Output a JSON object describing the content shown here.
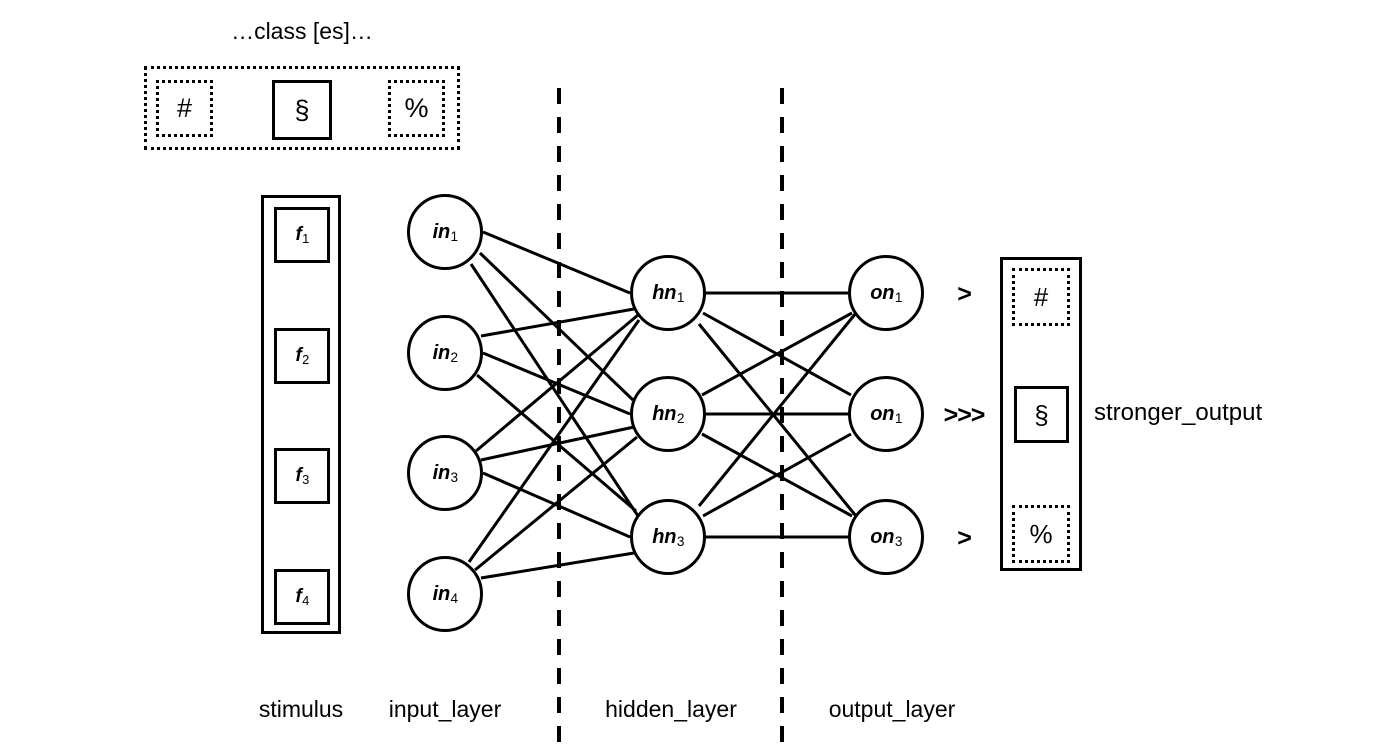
{
  "diagram": {
    "title_top": "…class [es]…",
    "stronger_output_label": "stronger_output"
  },
  "class_group": {
    "symbols": [
      {
        "glyph": "#",
        "style": "dotted"
      },
      {
        "glyph": "§",
        "style": "solid"
      },
      {
        "glyph": "%",
        "style": "dotted"
      }
    ]
  },
  "stimulus": {
    "caption": "stimulus",
    "features": [
      {
        "label": "f",
        "sub": "1"
      },
      {
        "label": "f",
        "sub": "2"
      },
      {
        "label": "f",
        "sub": "3"
      },
      {
        "label": "f",
        "sub": "4"
      }
    ]
  },
  "input_layer": {
    "caption": "input_layer",
    "nodes": [
      {
        "label": "in",
        "sub": "1"
      },
      {
        "label": "in",
        "sub": "2"
      },
      {
        "label": "in",
        "sub": "3"
      },
      {
        "label": "in",
        "sub": "4"
      }
    ]
  },
  "hidden_layer": {
    "caption": "hidden_layer",
    "nodes": [
      {
        "label": "hn",
        "sub": "1"
      },
      {
        "label": "hn",
        "sub": "2"
      },
      {
        "label": "hn",
        "sub": "3"
      }
    ]
  },
  "output_layer": {
    "caption": "output_layer",
    "nodes": [
      {
        "label": "on",
        "sub": "1"
      },
      {
        "label": "on",
        "sub": "1"
      },
      {
        "label": "on",
        "sub": "3"
      }
    ]
  },
  "activation_markers": [
    {
      "text": ">"
    },
    {
      "text": ">>>"
    },
    {
      "text": ">"
    }
  ],
  "output_box": {
    "symbols": [
      {
        "glyph": "#",
        "style": "dotted"
      },
      {
        "glyph": "§",
        "style": "solid"
      },
      {
        "glyph": "%",
        "style": "dotted"
      }
    ]
  },
  "colors": {
    "stroke": "#000000",
    "background": "#ffffff"
  },
  "chart_data": {
    "type": "diagram",
    "title": "…class [es]…",
    "layers": [
      {
        "name": "stimulus",
        "units": [
          "f1",
          "f2",
          "f3",
          "f4"
        ]
      },
      {
        "name": "input_layer",
        "units": [
          "in1",
          "in2",
          "in3",
          "in4"
        ]
      },
      {
        "name": "hidden_layer",
        "units": [
          "hn1",
          "hn2",
          "hn3"
        ]
      },
      {
        "name": "output_layer",
        "units": [
          "on1",
          "on1",
          "on3"
        ]
      }
    ],
    "connections": [
      {
        "from": "input_layer",
        "to": "hidden_layer",
        "pattern": "fully-connected",
        "count": 12
      },
      {
        "from": "hidden_layer",
        "to": "output_layer",
        "pattern": "fully-connected",
        "count": 9
      }
    ],
    "output_strengths": [
      ">",
      ">>>",
      ">"
    ],
    "output_symbols": [
      "#",
      "§",
      "%"
    ]
  }
}
